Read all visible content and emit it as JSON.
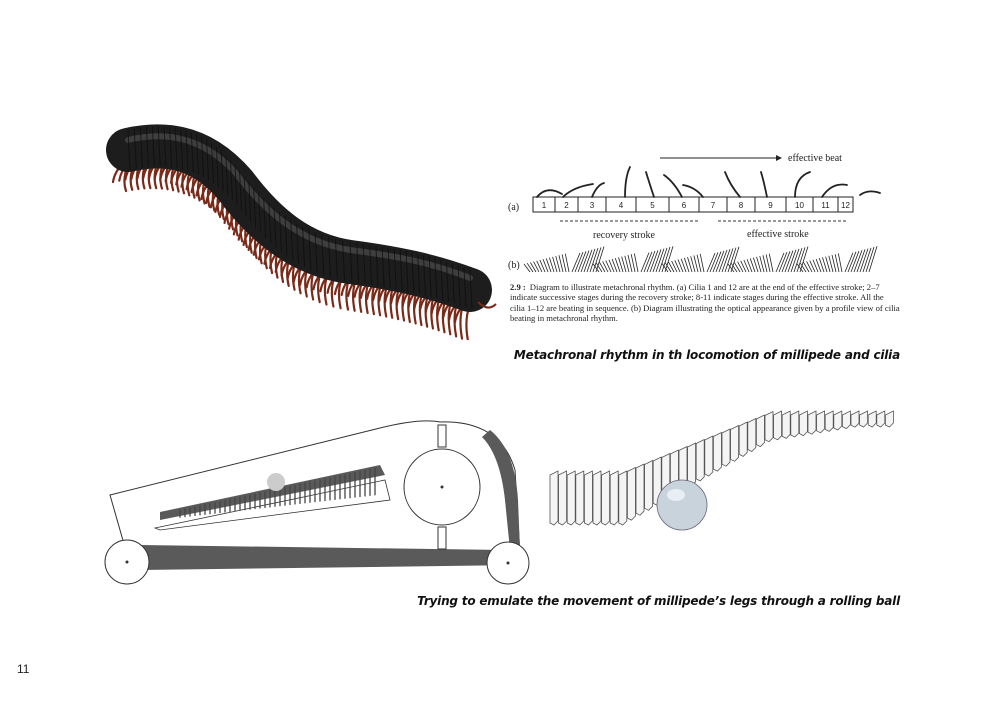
{
  "captions": {
    "top": "Metachronal rhythm in th locomotion of millipede and cilia",
    "bottom": "Trying to emulate the movement of millipede’s legs through a rolling ball"
  },
  "page_number": "11",
  "cilia_diagram": {
    "effective_beat": "effective beat",
    "label_a": "(a)",
    "label_b": "(b)",
    "cilia_numbers": [
      "1",
      "2",
      "3",
      "4",
      "5",
      "6",
      "7",
      "8",
      "9",
      "10",
      "11",
      "12"
    ],
    "recovery_stroke": "recovery stroke",
    "effective_stroke": "effective stroke",
    "figure_number": "2.9 :",
    "figure_caption": "Diagram to illustrate metachronal rhythm. (a) Cilia 1 and 12 are at the end of the effective stroke; 2–7 indicate successive stages during the recovery stroke; 8-11 indicate stages during the effective stroke. All the cilia 1–12 are beating in sequence. (b) Diagram illustrating the optical appearance given by a profile view of cilia beating in metachronal rhythm."
  },
  "colors": {
    "millipede_body": "#1c1c1c",
    "millipede_legs": "#7a2a18",
    "mechanism_fill": "#5a5a5a",
    "ball": "#c9d3dc"
  }
}
